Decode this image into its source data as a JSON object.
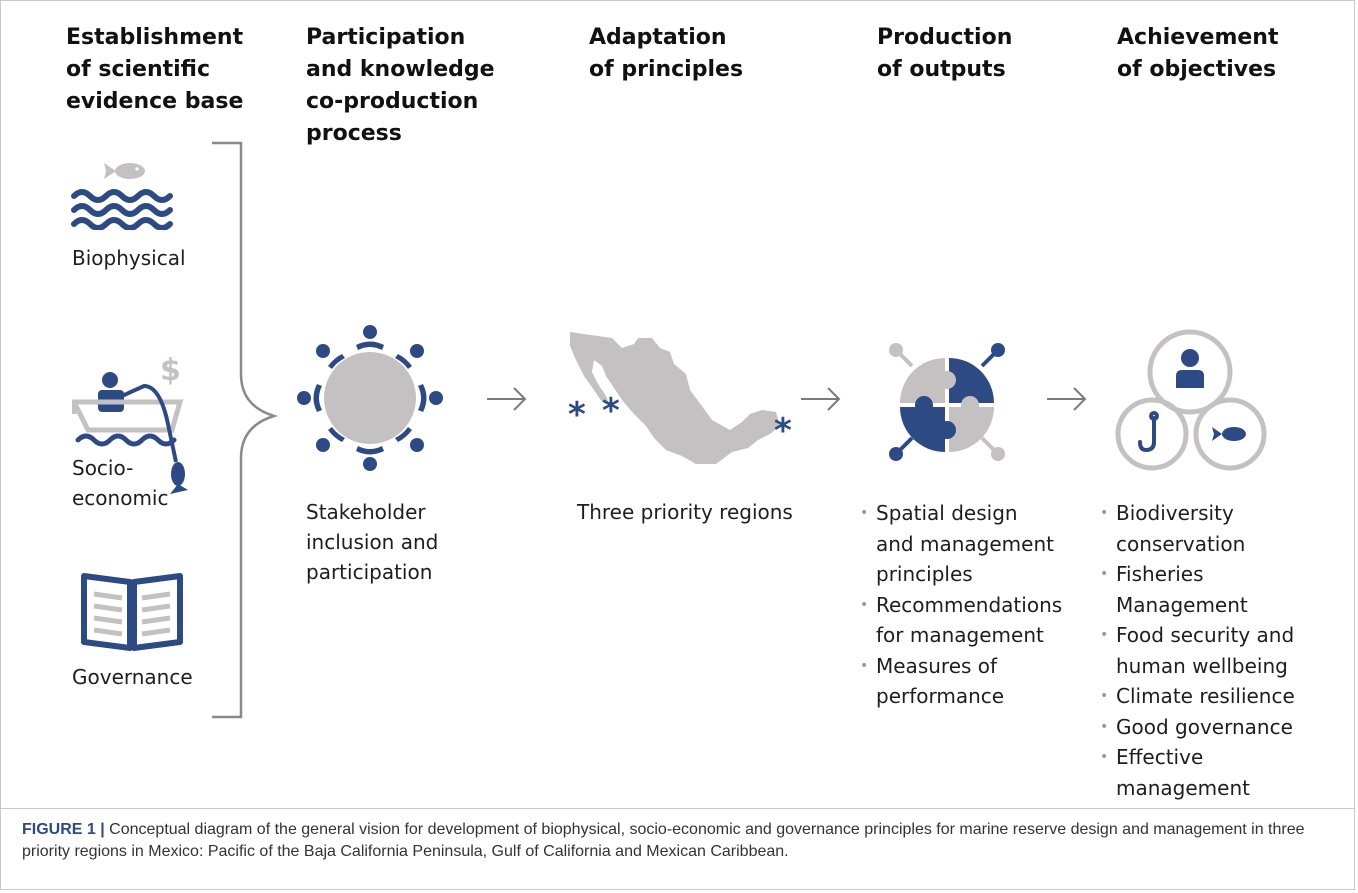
{
  "columns": [
    {
      "header": "Establishment\nof scientific\nevidence base"
    },
    {
      "header": "Participation\nand knowledge\nco-production\nprocess"
    },
    {
      "header": "Adaptation\nof principles"
    },
    {
      "header": "Production\nof outputs"
    },
    {
      "header": "Achievement\nof objectives"
    }
  ],
  "evidence": {
    "biophysical": "Biophysical",
    "socioeconomic": "Socio-\neconomic",
    "governance": "Governance",
    "dollar_sign": "$"
  },
  "participation": {
    "label": "Stakeholder\ninclusion and\nparticipation"
  },
  "adaptation": {
    "label": "Three priority regions"
  },
  "outputs": [
    "Spatial design\nand management\nprinciples",
    "Recommendations\nfor management",
    "Measures  of\nperformance"
  ],
  "objectives": [
    "Biodiversity\nconservation",
    "Fisheries\nManagement",
    "Food security and\nhuman wellbeing",
    "Climate resilience",
    "Good governance",
    "Effective\nmanagement"
  ],
  "caption": {
    "label": "FIGURE 1 |",
    "text": " Conceptual diagram of the general vision for development of biophysical, socio-economic and governance principles for marine reserve design and management in three priority regions in Mexico: Pacific of the Baja California Peninsula, Gulf of California and Mexican Caribbean."
  },
  "colors": {
    "navy": "#2d4a85",
    "grey": "#c3c1c2",
    "arrow": "#7a7a7a"
  },
  "icons": [
    "fish-icon",
    "waves-icon",
    "fisher-boat-icon",
    "book-icon",
    "round-table-icon",
    "mexico-map-icon",
    "puzzle-icon",
    "venn-objectives-icon",
    "arrow-right-icon",
    "brace-icon"
  ]
}
